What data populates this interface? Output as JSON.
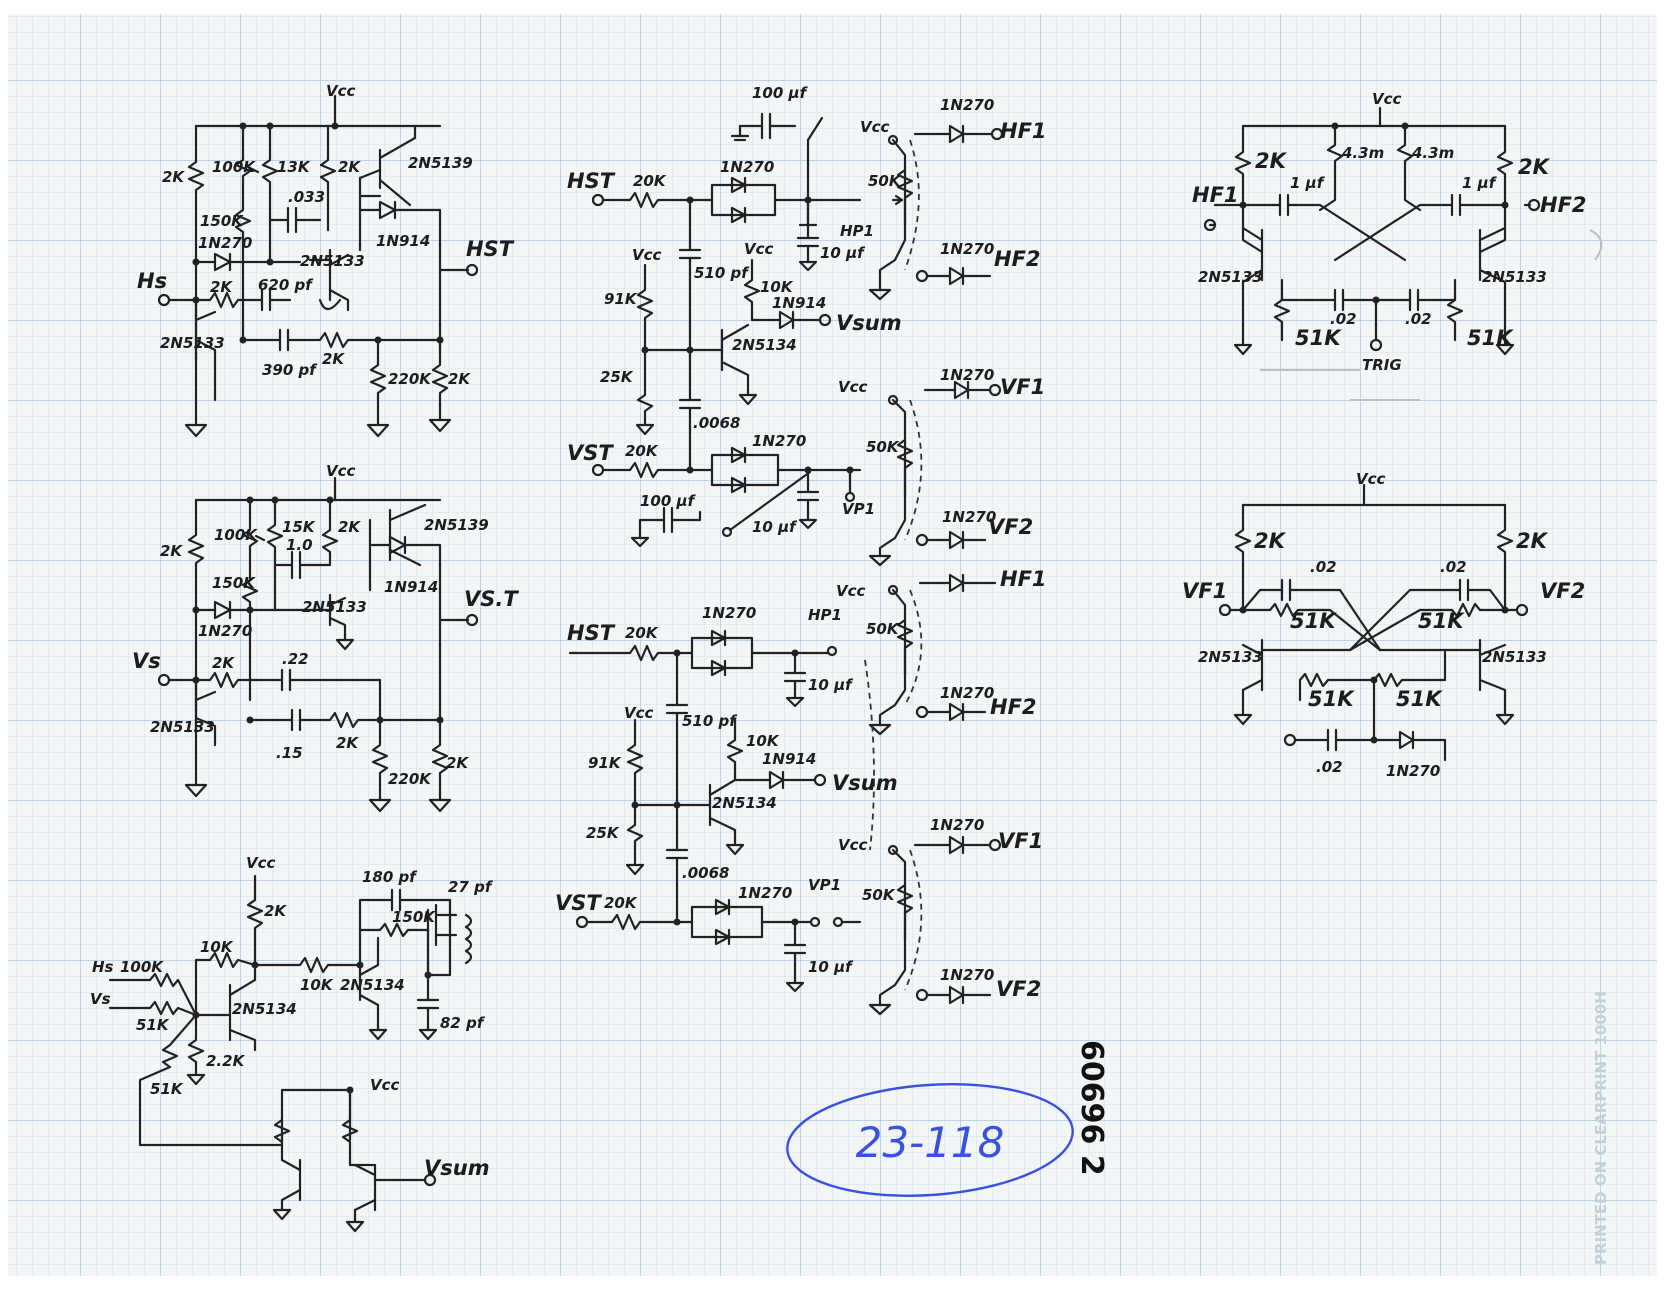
{
  "sheet": {
    "colors": {
      "paper": "#f3f6f6",
      "grid": "#bfd3e4",
      "grid_major": "#93b3d0",
      "pencil": "#222222",
      "ink": "#3b4fe0"
    },
    "margin_text": {
      "printed_on": "PRINTED ON CLEARPRINT 1000H",
      "sheet_number": "60696 2"
    },
    "annotation": {
      "catalog_number": "23-118"
    }
  },
  "circuits": {
    "horizontal_sweep": {
      "labels": {
        "vcc": "Vcc",
        "input": "Hs",
        "output": "HST",
        "r1": "2K",
        "pot1": "100K",
        "r2": "13K",
        "r3": "2K",
        "q1": "2N5139",
        "r4": "150K",
        "cap1": ".033",
        "diode1": "1N270",
        "q2": "2N5133",
        "diode2": "1N914",
        "r5": "2K",
        "cap2": "620 pf",
        "q3": "2N5133",
        "cap3": "390 pf",
        "r6": "2K",
        "r7": "220K",
        "r8": "2K"
      }
    },
    "vertical_sweep": {
      "labels": {
        "vcc": "Vcc",
        "input": "Vs",
        "output": "VS.T",
        "r1": "2K",
        "pot1": "100K",
        "r2": "15K",
        "r3": "2K",
        "q1": "2N5139",
        "r4": "150K",
        "cap1": "1.0",
        "diode1": "1N270",
        "q2": "2N5133",
        "diode2": "1N914",
        "r5": "2K",
        "cap2": ".22",
        "q3": "2N5133",
        "cap3": ".15",
        "r6": "2K",
        "r7": "220K",
        "r8": "2K"
      }
    },
    "summing_amp": {
      "labels": {
        "vcc1": "Vcc",
        "in_h": "Hs",
        "r_h": "100K",
        "in_v": "Vs",
        "r_v": "51K",
        "r1": "10K",
        "r2": "2K",
        "q1": "2N5134",
        "r3": "10K",
        "q2": "2N5134",
        "cap1": "180 pf",
        "cap2": "27 pf",
        "r4": "150K",
        "cap3": "82 pf",
        "r5": "2.2K",
        "r6": "51K",
        "vcc2": "Vcc",
        "output": "Vsum"
      }
    },
    "h_peak_detector_1": {
      "labels": {
        "cap_top": "100 µf",
        "input": "HST",
        "r1": "20K",
        "diode": "1N270",
        "output": "HP1",
        "cap_hold": "10 µf",
        "vcc1": "Vcc",
        "cap_couple": "510 pf",
        "vcc2": "Vcc",
        "r_bias": "91K",
        "pot_bias": "25K",
        "r_load": "10K",
        "diode2": "1N914",
        "vsum": "Vsum",
        "transistor": "2N5134",
        "sw_vcc": "Vcc",
        "pot": "50K",
        "out_diode1": "1N270",
        "out1": "HF1",
        "out_diode2": "1N270",
        "out2": "HF2"
      }
    },
    "v_peak_detector_1": {
      "labels": {
        "cap_link": ".0068",
        "input": "VST",
        "r1": "20K",
        "diode": "1N270",
        "output": "VP1",
        "cap_top": "100 µf",
        "cap_hold": "10 µf",
        "sw_vcc": "Vcc",
        "pot": "50K",
        "out_diode1": "1N270",
        "out1": "VF1",
        "out_diode2": "1N270",
        "out2": "VF2"
      }
    },
    "h_peak_detector_2": {
      "labels": {
        "input": "HST",
        "r1": "20K",
        "diode": "1N270",
        "output": "HP1",
        "cap_hold": "10 µf",
        "cap_couple": "510 pf",
        "vcc1": "Vcc",
        "r_bias": "91K",
        "pot_bias": "25K",
        "r_load": "10K",
        "diode2": "1N914",
        "vsum": "Vsum",
        "transistor": "2N5134",
        "sw_vcc": "Vcc",
        "pot": "50K",
        "out1": "HF1",
        "out_diode2": "1N270",
        "out2": "HF2"
      }
    },
    "v_peak_detector_2": {
      "labels": {
        "cap_link": ".0068",
        "input": "VST",
        "r1": "20K",
        "diode": "1N270",
        "output": "VP1",
        "cap_hold": "10 µf",
        "sw_vcc": "Vcc",
        "pot": "50K",
        "out_diode1": "1N270",
        "out1": "VF1",
        "out_diode2": "1N270",
        "out2": "VF2"
      }
    },
    "h_flipflop": {
      "labels": {
        "vcc": "Vcc",
        "r1": "2K",
        "r2": "4.3m",
        "r3": "4.3m",
        "r4": "2K",
        "in1": "HF1",
        "cap1": "1 µf",
        "cap2": "1 µf",
        "in2": "HF2",
        "q1": "2N5133",
        "q2": "2N5133",
        "cap3": ".02",
        "cap4": ".02",
        "r5": "51K",
        "r6": "51K",
        "trig": "TRIG"
      }
    },
    "v_flipflop": {
      "labels": {
        "vcc": "Vcc",
        "r1": "2K",
        "r2": "2K",
        "cap1": ".02",
        "cap2": ".02",
        "in1": "VF1",
        "in2": "VF2",
        "r3": "51K",
        "r4": "51K",
        "q1": "2N5133",
        "q2": "2N5133",
        "r5": "51K",
        "r6": "51K",
        "cap3": ".02",
        "diode": "1N270"
      }
    }
  }
}
